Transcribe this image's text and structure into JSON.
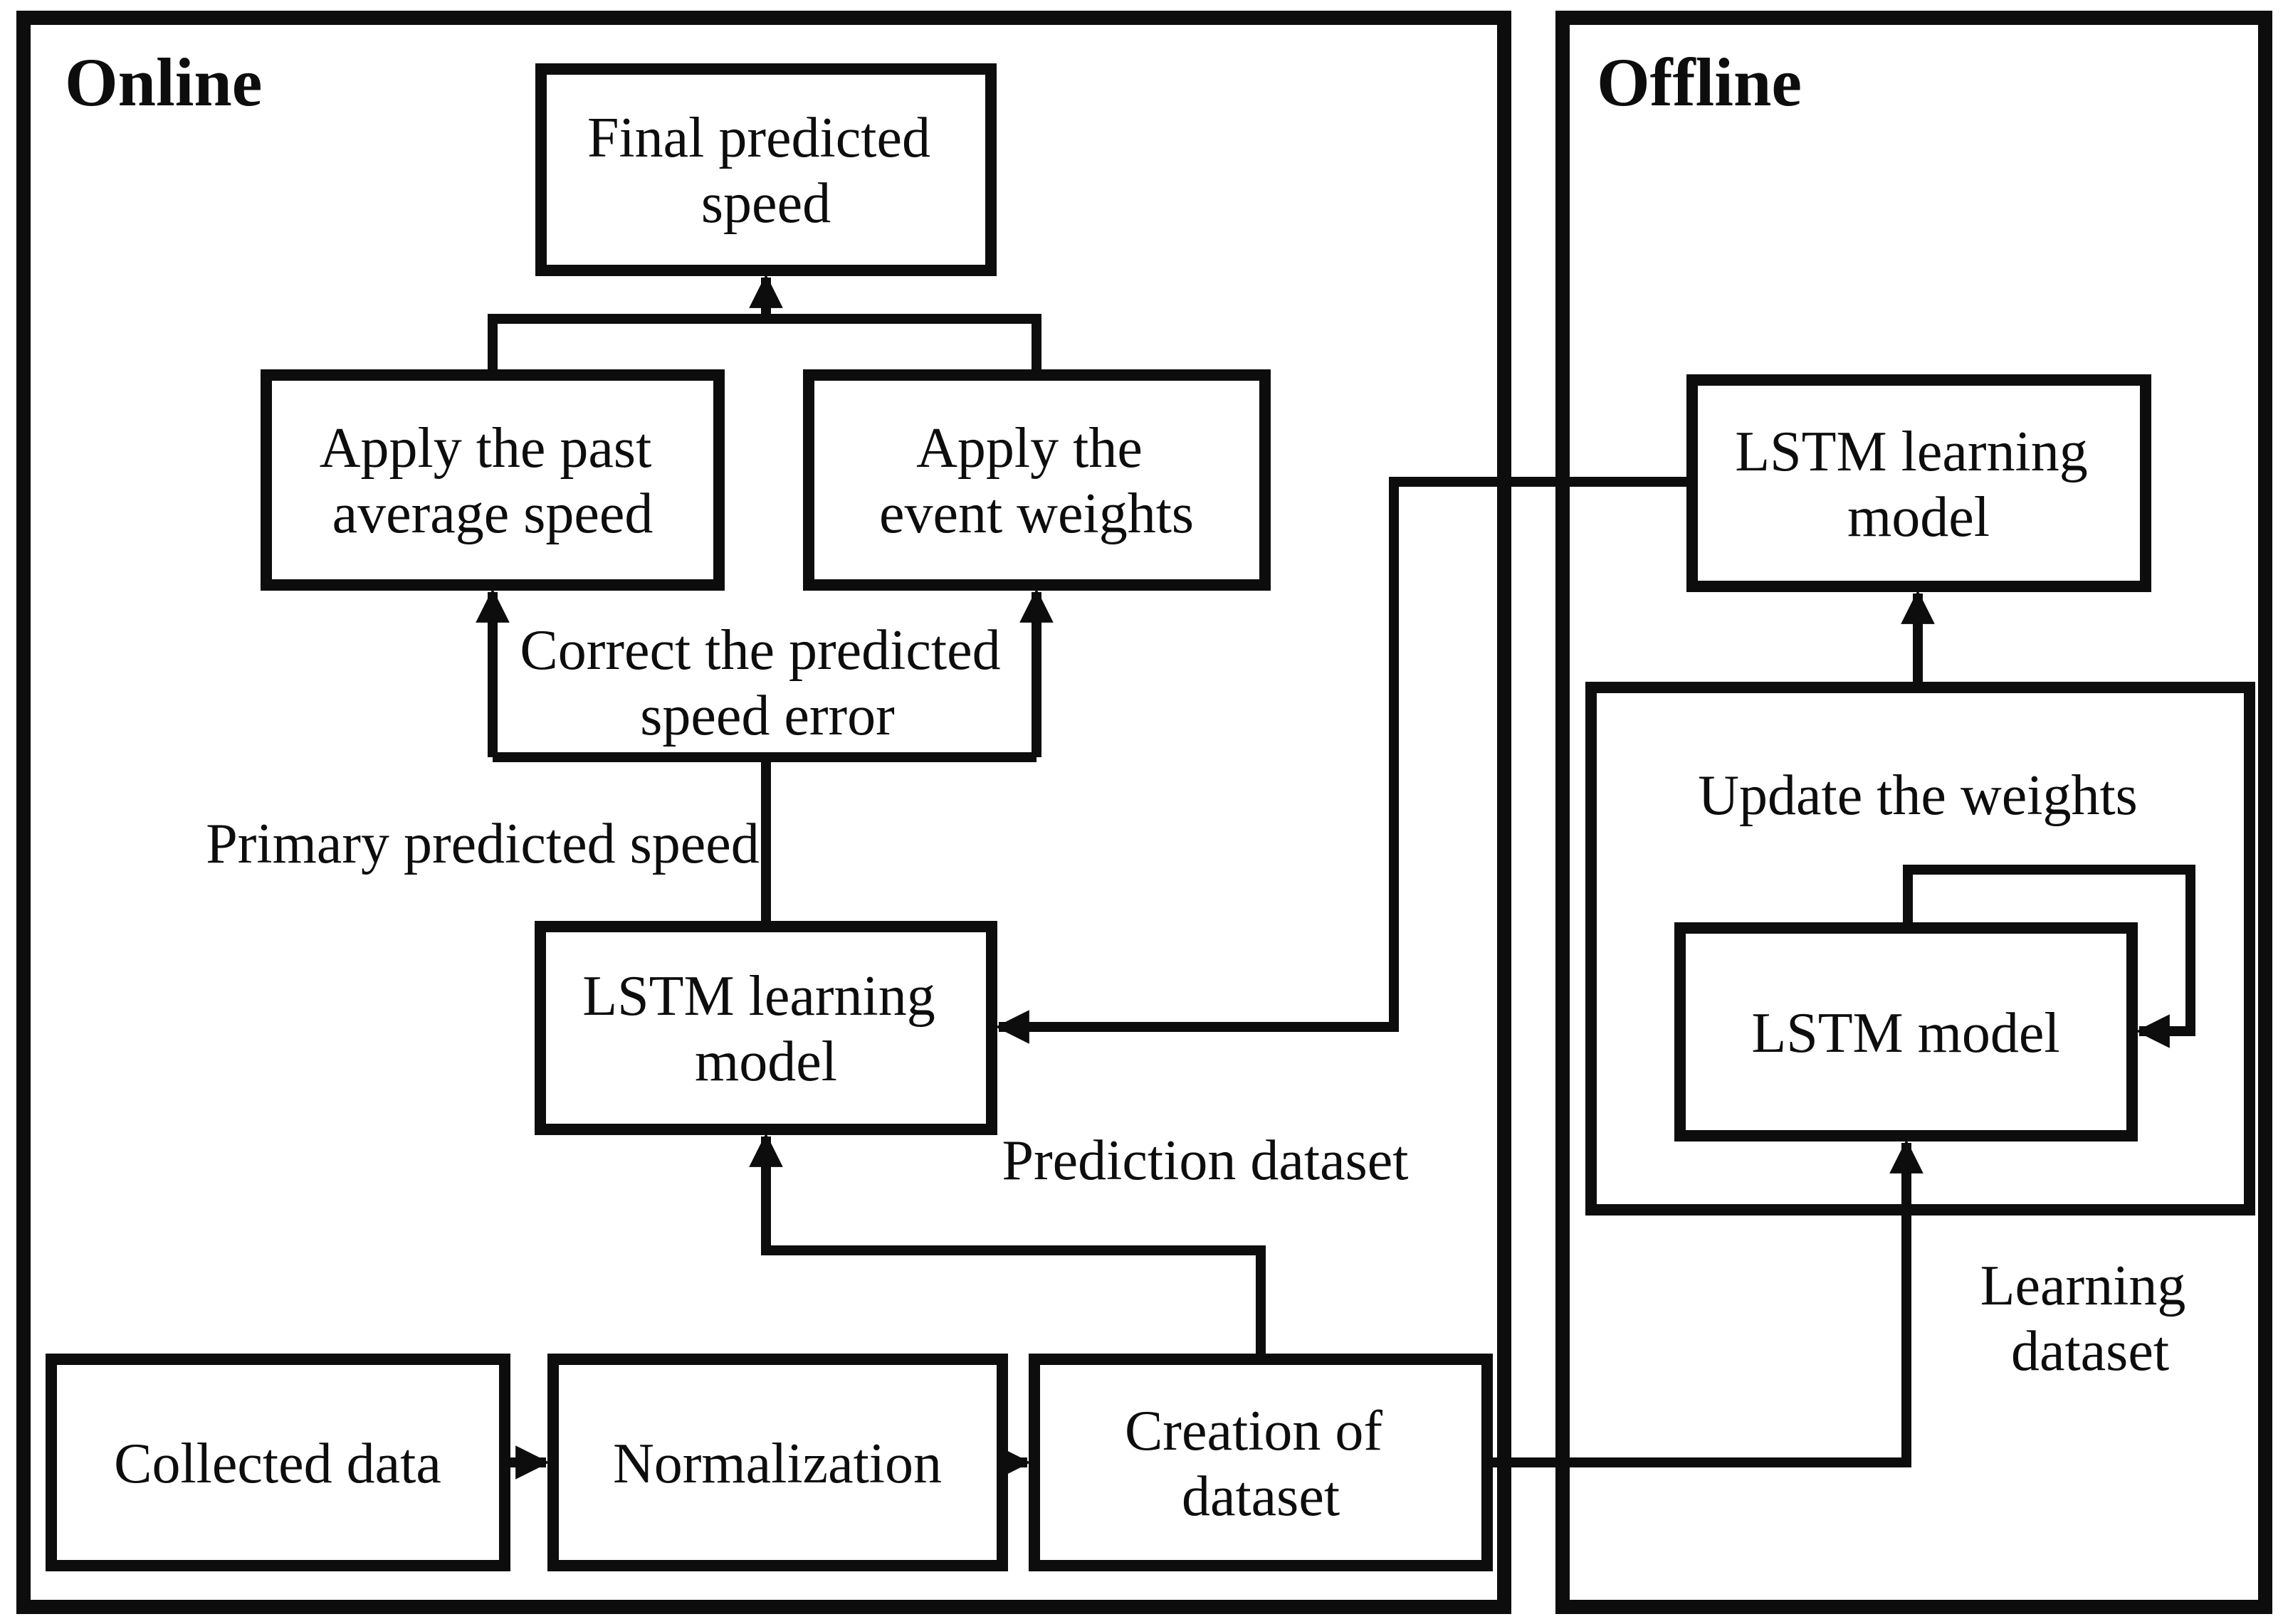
{
  "figure": {
    "type": "flowchart",
    "background": "#ffffff",
    "ink_color": "#0d0d0d"
  },
  "regions": {
    "online": {
      "label": "Online"
    },
    "offline": {
      "label": "Offline"
    }
  },
  "nodes": {
    "final": {
      "line1": "Final predicted",
      "line2": "speed"
    },
    "apply_past": {
      "line1": "Apply the past",
      "line2": "average speed"
    },
    "apply_event": {
      "line1": "Apply the",
      "line2": "event weights"
    },
    "lstm_online": {
      "line1": "LSTM learning",
      "line2": "model"
    },
    "collected": {
      "label": "Collected data"
    },
    "normalization": {
      "label": "Normalization"
    },
    "creation": {
      "line1": "Creation of",
      "line2": "dataset"
    },
    "lstm_offline": {
      "line1": "LSTM learning",
      "line2": "model"
    },
    "update": {
      "label": "Update the weights"
    },
    "lstm_model": {
      "label": "LSTM model"
    }
  },
  "labels": {
    "correct": {
      "line1": "Correct the predicted",
      "line2": "speed error"
    },
    "primary": {
      "label": "Primary predicted speed"
    },
    "prediction": {
      "label": "Prediction dataset"
    },
    "learning": {
      "line1": "Learning",
      "line2": "dataset"
    }
  }
}
